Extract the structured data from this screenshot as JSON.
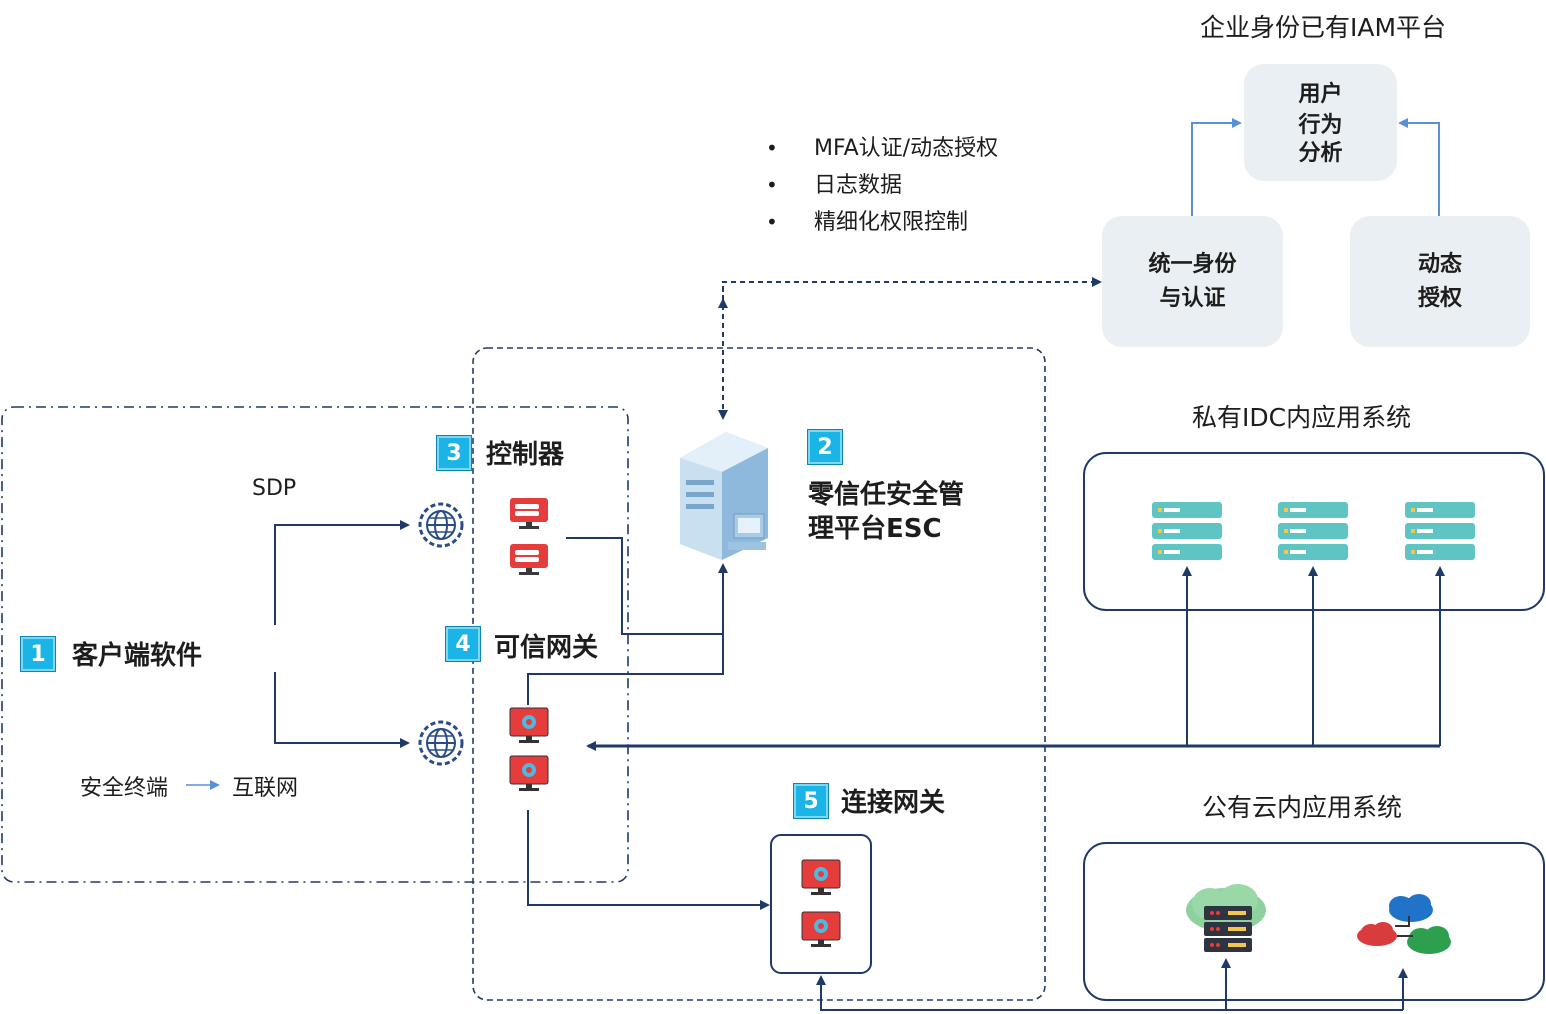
{
  "iam": {
    "title": "企业身份已有IAM平台",
    "behavior_card": [
      "用户",
      "行为",
      "分析"
    ],
    "identity_card": [
      "统一身份",
      "与认证"
    ],
    "authorization_card": [
      "动态",
      "授权"
    ]
  },
  "features": [
    "MFA认证/动态授权",
    "日志数据",
    "精细化权限控制"
  ],
  "esc": {
    "badge": "2",
    "title_line1": "零信任安全管",
    "title_line2": "理平台ESC"
  },
  "controller": {
    "badge": "3",
    "label": "控制器"
  },
  "trusted_gateway": {
    "badge": "4",
    "label": "可信网关"
  },
  "client": {
    "badge": "1",
    "label": "客户端软件",
    "sdp": "SDP",
    "terminal": "安全终端",
    "internet": "互联网"
  },
  "connect_gateway": {
    "badge": "5",
    "label": "连接网关"
  },
  "private_idc": {
    "title": "私有IDC内应用系统"
  },
  "public_cloud": {
    "title": "公有云内应用系统"
  },
  "colors": {
    "line": "#1f3a68",
    "arrow_light": "#5b8fd8",
    "card_bg": "#e9eff3",
    "badge": "#1ab5e6",
    "device_red": "#e53c3c",
    "server_teal": "#5fc4c4"
  },
  "icons": [
    "globe-gear-icon",
    "server-monitor-icon",
    "red-monitor-icon",
    "teal-rack-icon",
    "cloud-server-icon",
    "multi-cloud-icon"
  ]
}
